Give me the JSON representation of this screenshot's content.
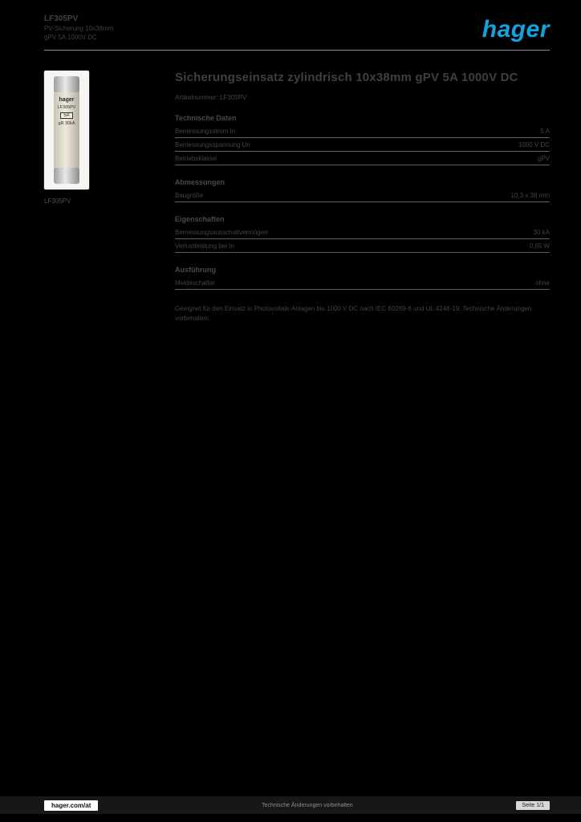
{
  "brand": "hager",
  "header": {
    "ref": "LF305PV",
    "line2": "PV-Sicherung 10x38mm",
    "line3": "gPV 5A 1000V DC"
  },
  "photo": {
    "caption": "LF305PV",
    "fuse": {
      "brand": "hager",
      "ref": "LF305PV",
      "amp": "5A",
      "rating": "gR 30kA"
    }
  },
  "main": {
    "title": "Sicherungseinsatz zylindrisch 10x38mm gPV 5A 1000V DC",
    "subtitle": "Artikelnummer: LF305PV",
    "sections": [
      {
        "heading": "Technische Daten",
        "rows": [
          {
            "label": "Bemessungsstrom In",
            "value": "5 A"
          },
          {
            "label": "Bemessungsspannung Un",
            "value": "1000 V DC"
          },
          {
            "label": "Betriebsklasse",
            "value": "gPV"
          }
        ]
      },
      {
        "heading": "Abmessungen",
        "rows": [
          {
            "label": "Baugröße",
            "value": "10,3 x 38 mm"
          }
        ]
      },
      {
        "heading": "Eigenschaften",
        "rows": [
          {
            "label": "Bemessungsausschaltvermögen",
            "value": "30 kA"
          },
          {
            "label": "Verlustleistung bei In",
            "value": "0,65 W"
          }
        ]
      },
      {
        "heading": "Ausführung",
        "rows": [
          {
            "label": "Meldeschalter",
            "value": "ohne"
          }
        ]
      }
    ],
    "note": "Geeignet für den Einsatz in Photovoltaik-Anlagen bis 1000 V DC nach IEC 60269-6 und UL 4248-19. Technische Änderungen vorbehalten."
  },
  "footer": {
    "site": "hager.com/at",
    "center": "Technische Änderungen vorbehalten",
    "page": "Seite 1/1"
  }
}
